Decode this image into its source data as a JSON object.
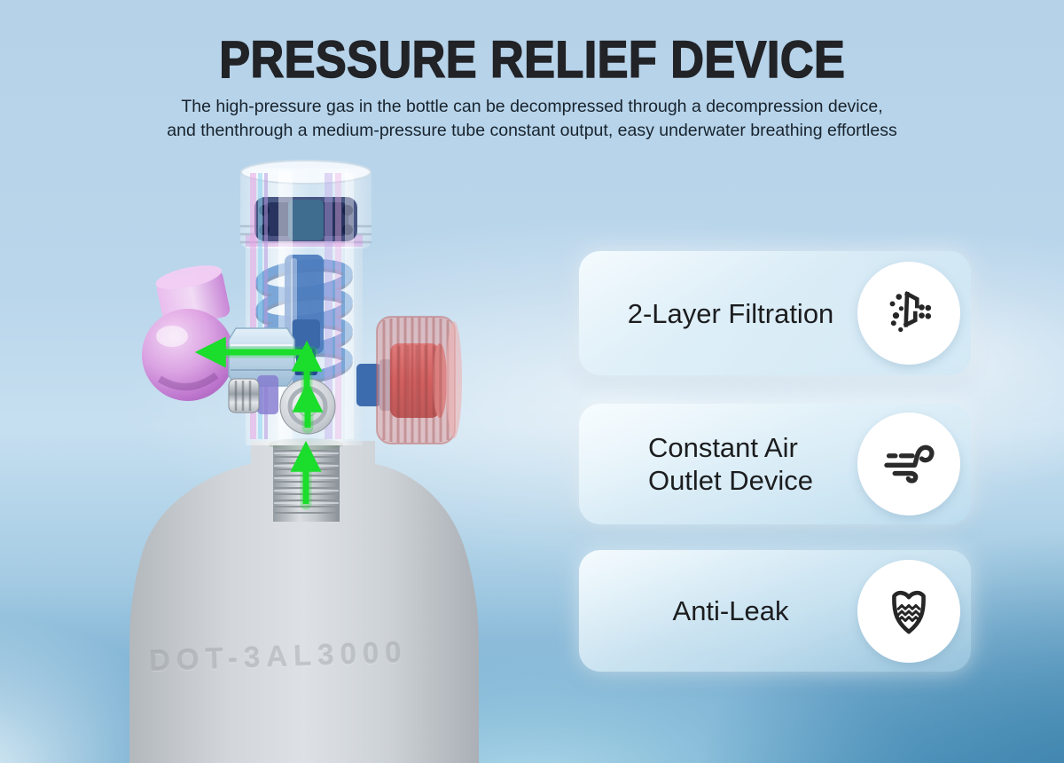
{
  "header": {
    "title": "PRESSURE RELIEF DEVICE",
    "subtitle_lines": [
      "The high-pressure gas in the bottle can be decompressed through a decompression device,",
      "and thenthrough a medium-pressure tube constant output, easy underwater breathing effortless"
    ]
  },
  "features": [
    {
      "label": "2-Layer Filtration",
      "icon": "filtration-icon"
    },
    {
      "label": "Constant Air\nOutlet Device",
      "icon": "air-flow-icon"
    },
    {
      "label": "Anti-Leak",
      "icon": "shield-wave-icon"
    }
  ],
  "device": {
    "tank_marking": "DOT-3AL3000",
    "airflow_arrow_color": "#1BDD2B",
    "spring_color": "#6F9FD6",
    "piston_color": "#4C7CBD",
    "side_valve_color": "#D08BD8",
    "adjust_knob_color": "#C23434",
    "tank_color": "#C9CED3"
  },
  "background": {
    "sky_blue": "#B5D2E9",
    "deep_blue_corner": "#4E92BE",
    "highlight_band": "#FFFFFF"
  }
}
